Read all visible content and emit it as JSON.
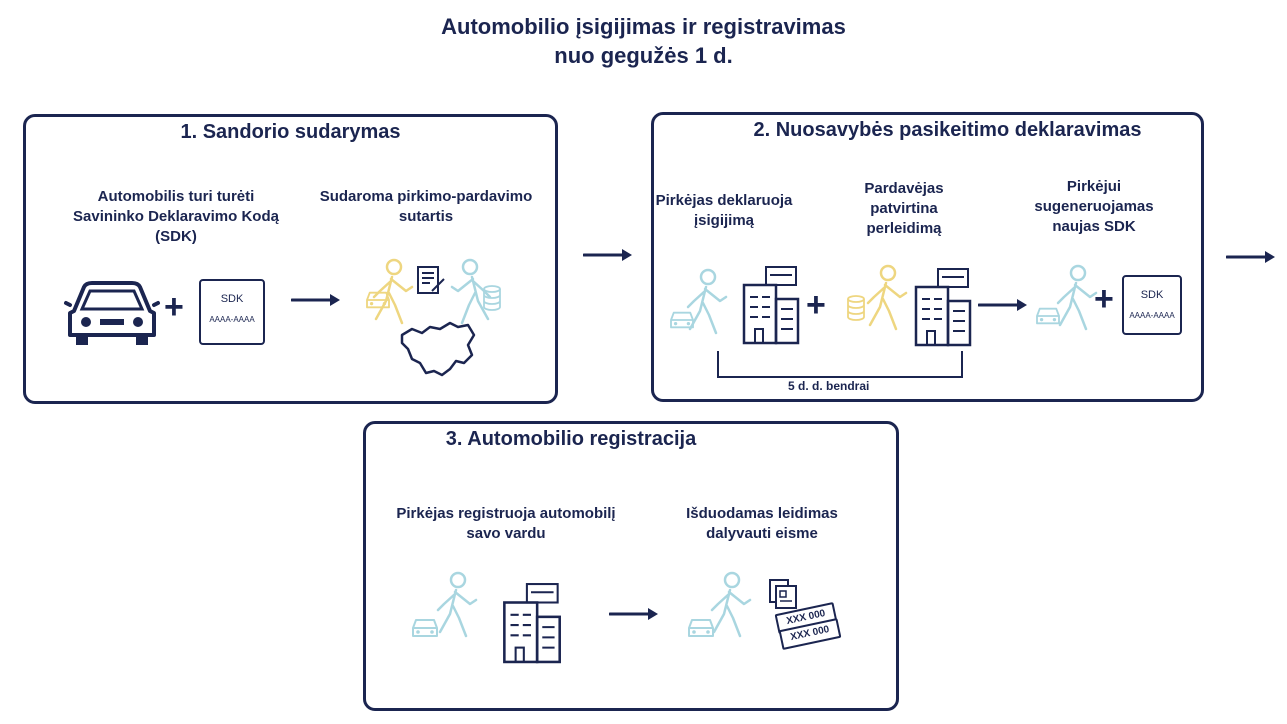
{
  "title": {
    "line1": "Automobilio įsigijimas ir registravimas",
    "line2": "nuo gegužės 1 d."
  },
  "panel1": {
    "title": "1. Sandorio sudarymas",
    "step1": "Automobilis turi turėti\nSavininko Deklaravimo Kodą\n(SDK)",
    "step2": "Sudaroma pirkimo-pardavimo\nsutartis",
    "sdk_label": "SDK",
    "sdk_code": "AAAA-AAAA",
    "plus": "+"
  },
  "panel2": {
    "title": "2. Nuosavybės pasikeitimo deklaravimas",
    "step1": "Pirkėjas deklaruoja\nįsigijimą",
    "step2": "Pardavėjas\npatvirtina\nperleidimą",
    "step3": "Pirkėjui\nsugeneruojamas\nnaujas  SDK",
    "bracket_label": "5 d. d. bendrai",
    "sdk_label": "SDK",
    "sdk_code": "AAAA-AAAA",
    "plus": "+"
  },
  "panel3": {
    "title": "3. Automobilio registracija",
    "step1": "Pirkėjas registruoja automobilį\nsavo vardu",
    "step2": "Išduodamas leidimas\ndalyvauti eisme",
    "plate1": "XXX 000",
    "plate2": "XXX 000"
  },
  "colors": {
    "navy": "#1b2550",
    "blue": "#a9d6e0",
    "yellow": "#eed680"
  }
}
